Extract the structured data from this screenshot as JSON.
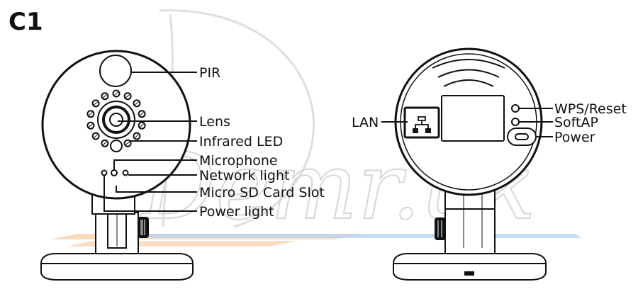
{
  "figure_label": "C1",
  "watermark": "Demr.uk",
  "front_view": {
    "labels": {
      "pir": "PIR",
      "lens": "Lens",
      "infrared_led": "Infrared LED",
      "microphone": "Microphone",
      "network_light": "Network light",
      "micro_sd": "Micro SD Card Slot",
      "power_light": "Power light"
    }
  },
  "back_view": {
    "labels": {
      "lan": "LAN",
      "wps_reset": "WPS/Reset",
      "softap": "SoftAP",
      "power": "Power"
    }
  },
  "colors": {
    "line": "#111111",
    "watermark": "#d6d6d6",
    "stripe_orange": "#f5c79a",
    "stripe_blue": "#b9d3ef"
  }
}
